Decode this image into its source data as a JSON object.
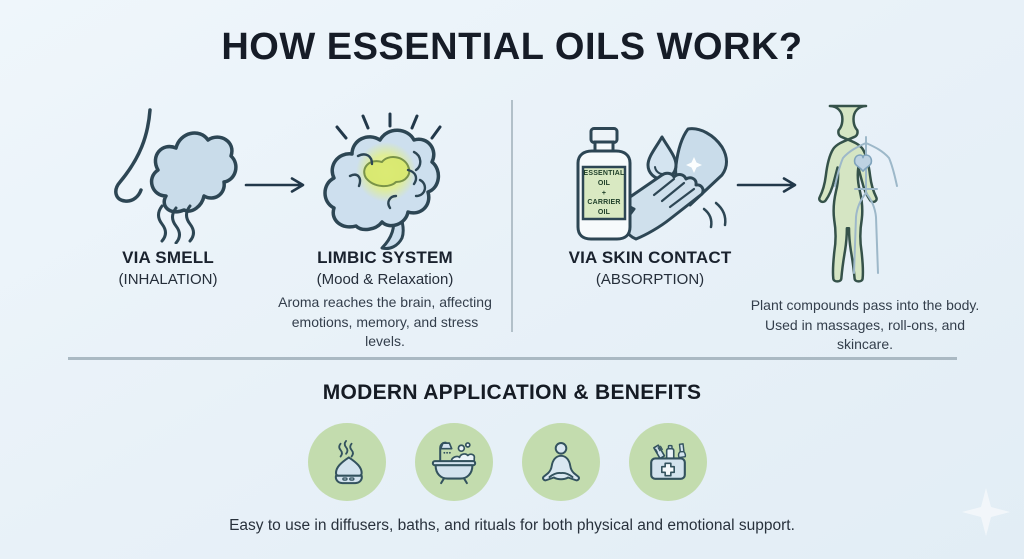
{
  "title": "HOW ESSENTIAL OILS WORK?",
  "smell_pathway": {
    "source": {
      "icon": "nose-vapor-icon",
      "label": "VIA SMELL",
      "sublabel": "(INHALATION)"
    },
    "target": {
      "icon": "brain-icon",
      "label": "LIMBIC SYSTEM",
      "sublabel": "(Mood & Relaxation)",
      "description": "Aroma reaches the brain, affecting emotions, memory, and stress levels."
    }
  },
  "skin_pathway": {
    "source": {
      "icon": "oil-bottle-massage-icon",
      "label": "VIA SKIN CONTACT",
      "sublabel": "(ABSORPTION)",
      "bottle_label": {
        "line1": "ESSENTIAL",
        "line2": "OIL",
        "line3": "+",
        "line4": "CARRIER",
        "line5": "OIL"
      }
    },
    "target": {
      "icon": "human-body-icon",
      "description": "Plant compounds pass into the body. Used in massages, roll-ons, and skincare."
    }
  },
  "benefits": {
    "heading": "MODERN APPLICATION & BENEFITS",
    "items": [
      {
        "icon": "diffuser-icon"
      },
      {
        "icon": "bathtub-icon"
      },
      {
        "icon": "meditation-icon"
      },
      {
        "icon": "first-aid-kit-icon"
      }
    ],
    "caption": "Easy to use in diffusers, baths, and rituals for both physical and emotional support."
  },
  "icons": [
    "nose-vapor-icon",
    "arrow-right-icon",
    "brain-icon",
    "oil-bottle-massage-icon",
    "droplet-icon",
    "human-body-icon",
    "diffuser-icon",
    "bathtub-icon",
    "meditation-icon",
    "first-aid-kit-icon",
    "sparkle-icon"
  ],
  "colors": {
    "background": "#e8f1f8",
    "icon_outline": "#2d4654",
    "icon_fill_blue": "#c9dcea",
    "green_circle": "#c3dcae",
    "body_green": "#d5e5c3",
    "label_green": "#d9e9c2",
    "limbic_glow": "#dcec72",
    "divider": "#aab9c3",
    "text_dark": "#161c27"
  }
}
